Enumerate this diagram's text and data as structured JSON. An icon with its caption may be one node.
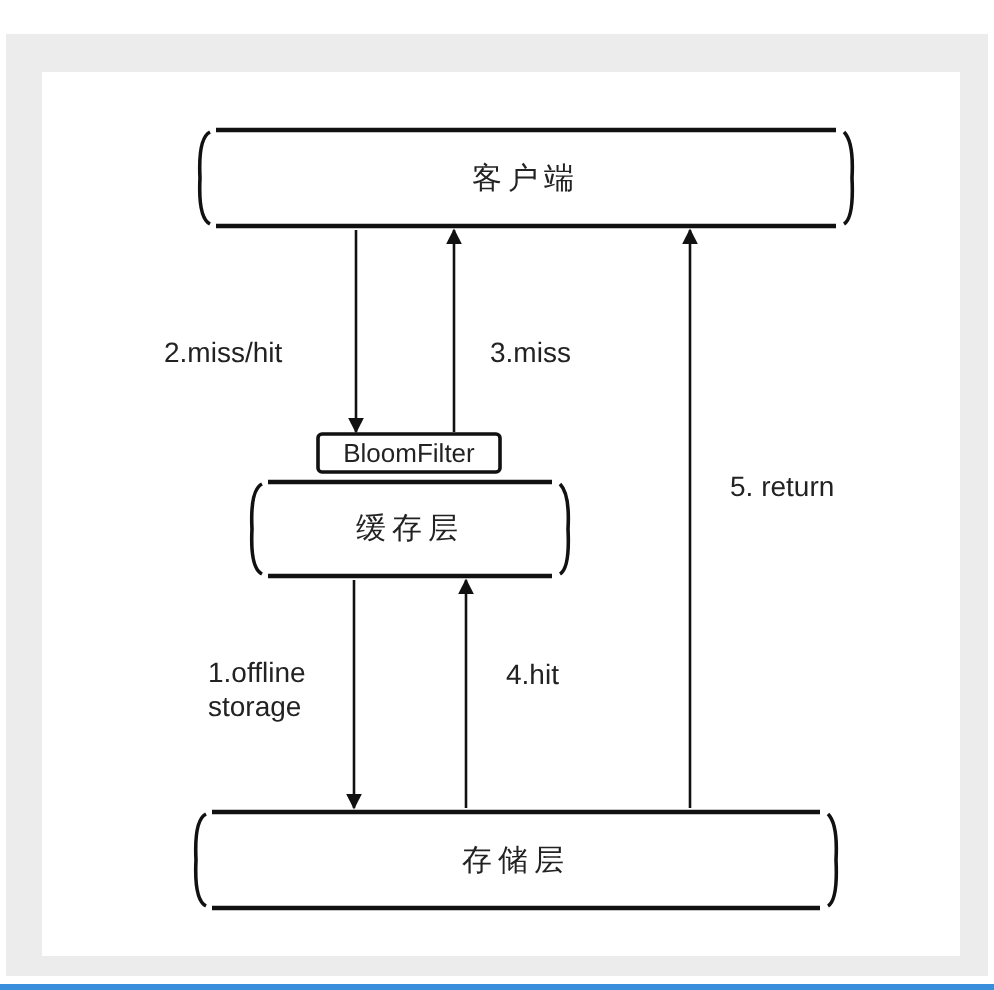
{
  "diagram": {
    "nodes": [
      {
        "text": [
          "客户端"
        ]
      },
      {
        "text": [
          "BloomFilter"
        ]
      },
      {
        "text": [
          "缓存层"
        ]
      },
      {
        "text": [
          "存储层"
        ]
      }
    ],
    "edges": [
      {
        "from": 0,
        "to": 1,
        "arrow": "to",
        "label": "2.miss/hit"
      },
      {
        "from": 1,
        "to": 0,
        "arrow": "to",
        "label": "3.miss"
      },
      {
        "from": 2,
        "to": 3,
        "arrow": "to",
        "label": "1.offline storage"
      },
      {
        "from": 3,
        "to": 2,
        "arrow": "to",
        "label": "4.hit"
      },
      {
        "from": 3,
        "to": 0,
        "arrow": "to",
        "label": "5. return"
      }
    ]
  }
}
